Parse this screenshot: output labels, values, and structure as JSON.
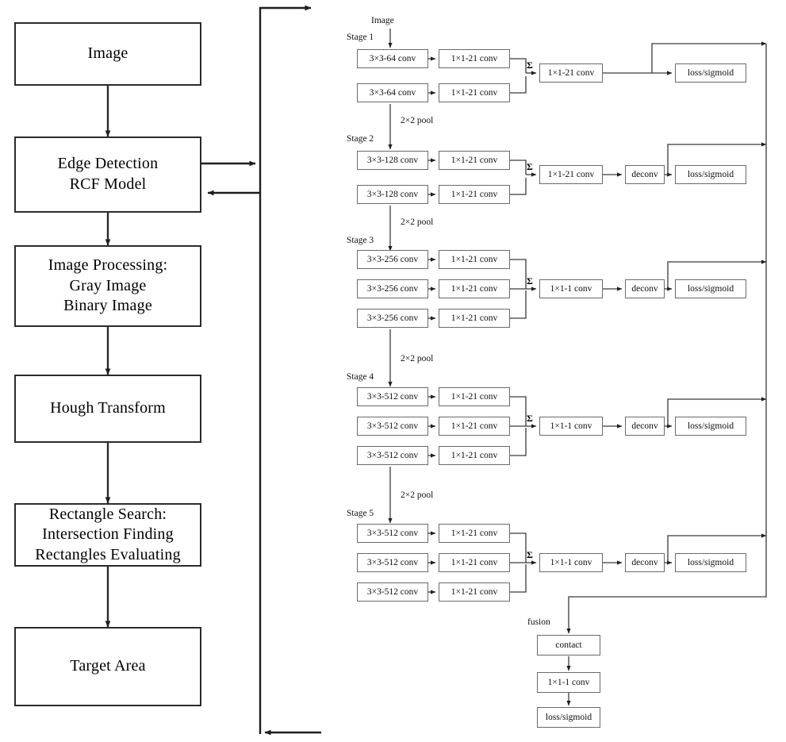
{
  "figure": {
    "title": "Edge detection pipeline with RCF network architecture",
    "background_color": "#ffffff",
    "line_color": "#2b2b2b",
    "net_line_color": "#6a6a6a"
  },
  "pipeline": {
    "name": "left-flowchart",
    "boxes": [
      {
        "id": "image",
        "label": "Image"
      },
      {
        "id": "edge-detection",
        "label": "Edge Detection\nRCF  Model"
      },
      {
        "id": "image-processing",
        "label": "Image Processing:\nGray Image\nBinary Image"
      },
      {
        "id": "hough-transform",
        "label": "Hough Transform"
      },
      {
        "id": "rectangle-search",
        "label": "Rectangle Search:\nIntersection Finding\nRectangles Evaluating"
      },
      {
        "id": "target-area",
        "label": "Target Area"
      }
    ]
  },
  "network": {
    "name": "rcf-network",
    "input_label": "Image",
    "pool_label": "2×2 pool",
    "fusion_label": "fusion",
    "sigma_symbol": "Σ",
    "stages": [
      {
        "id": "stage-1",
        "label": "Stage 1",
        "conv_rows": [
          {
            "backbone": "3×3-64 conv",
            "reduce": "1×1-21 conv"
          },
          {
            "backbone": "3×3-64 conv",
            "reduce": "1×1-21 conv"
          }
        ],
        "merge_conv": "1×1-21 conv",
        "deconv": null,
        "loss": "loss/sigmoid",
        "pool_after": "2×2 pool"
      },
      {
        "id": "stage-2",
        "label": "Stage 2",
        "conv_rows": [
          {
            "backbone": "3×3-128 conv",
            "reduce": "1×1-21 conv"
          },
          {
            "backbone": "3×3-128 conv",
            "reduce": "1×1-21 conv"
          }
        ],
        "merge_conv": "1×1-21 conv",
        "deconv": "deconv",
        "loss": "loss/sigmoid",
        "pool_after": "2×2 pool"
      },
      {
        "id": "stage-3",
        "label": "Stage 3",
        "conv_rows": [
          {
            "backbone": "3×3-256 conv",
            "reduce": "1×1-21 conv"
          },
          {
            "backbone": "3×3-256 conv",
            "reduce": "1×1-21 conv"
          },
          {
            "backbone": "3×3-256 conv",
            "reduce": "1×1-21 conv"
          }
        ],
        "merge_conv": "1×1-1 conv",
        "deconv": "deconv",
        "loss": "loss/sigmoid",
        "pool_after": "2×2 pool"
      },
      {
        "id": "stage-4",
        "label": "Stage 4",
        "conv_rows": [
          {
            "backbone": "3×3-512 conv",
            "reduce": "1×1-21 conv"
          },
          {
            "backbone": "3×3-512 conv",
            "reduce": "1×1-21 conv"
          },
          {
            "backbone": "3×3-512 conv",
            "reduce": "1×1-21 conv"
          }
        ],
        "merge_conv": "1×1-1 conv",
        "deconv": "deconv",
        "loss": "loss/sigmoid",
        "pool_after": "2×2 pool"
      },
      {
        "id": "stage-5",
        "label": "Stage 5",
        "conv_rows": [
          {
            "backbone": "3×3-512 conv",
            "reduce": "1×1-21 conv"
          },
          {
            "backbone": "3×3-512 conv",
            "reduce": "1×1-21 conv"
          },
          {
            "backbone": "3×3-512 conv",
            "reduce": "1×1-21 conv"
          }
        ],
        "merge_conv": "1×1-1 conv",
        "deconv": "deconv",
        "loss": "loss/sigmoid",
        "pool_after": null
      }
    ],
    "fusion": {
      "id": "fusion",
      "label": "fusion",
      "boxes": [
        {
          "id": "contact",
          "label": "contact"
        },
        {
          "id": "fusion-conv",
          "label": "1×1-1 conv"
        },
        {
          "id": "fusion-loss",
          "label": "loss/sigmoid"
        }
      ]
    }
  }
}
